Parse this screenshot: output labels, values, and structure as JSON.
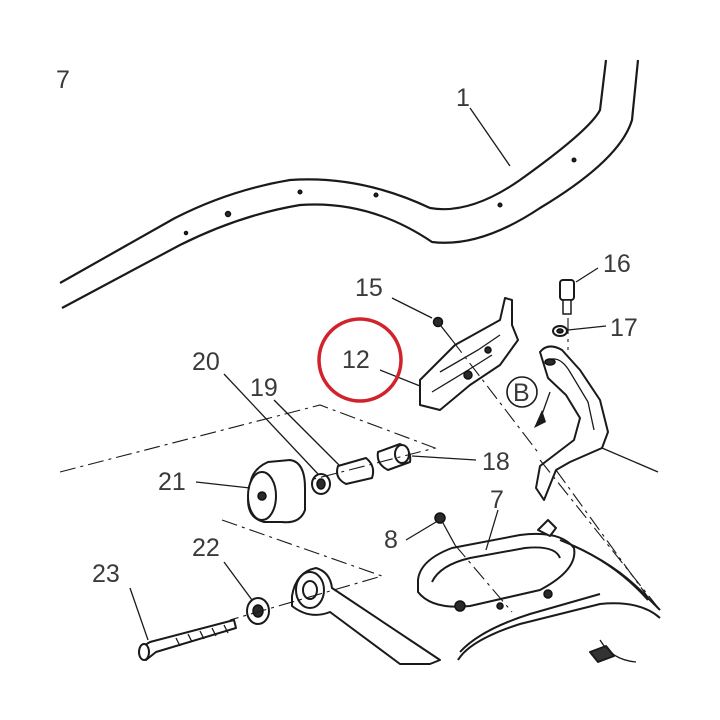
{
  "callouts": {
    "corner": "7",
    "p1": "1",
    "p7": "7",
    "p8": "8",
    "p12": "12",
    "p15": "15",
    "p16": "16",
    "p17": "17",
    "p18": "18",
    "p19": "19",
    "p20": "20",
    "p21": "21",
    "p22": "22",
    "p23": "23",
    "view": "B"
  },
  "colors": {
    "highlight": "#d2232a",
    "line": "#1a1a1a",
    "label": "#3a3a3a"
  }
}
